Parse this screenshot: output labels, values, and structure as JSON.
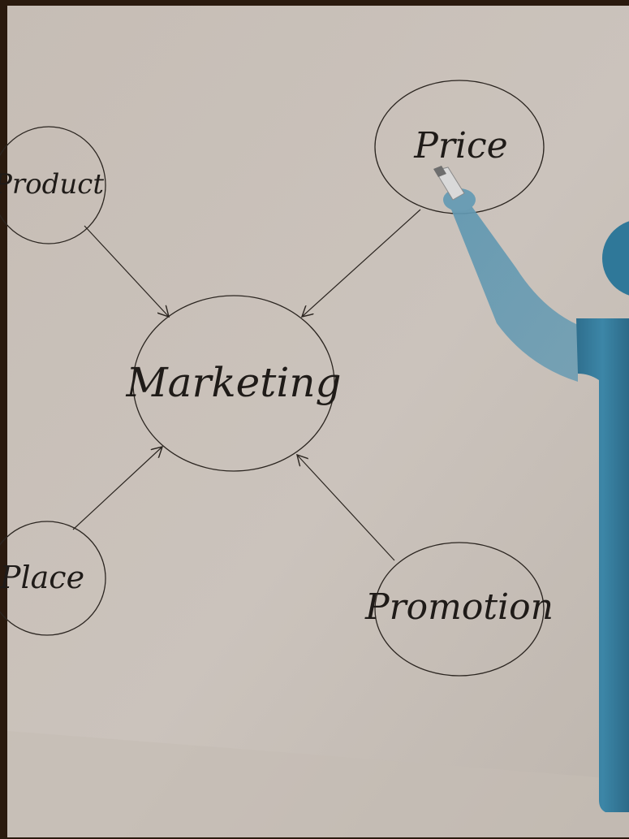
{
  "diagram": {
    "center": "Marketing",
    "nodes": [
      "Product",
      "Price",
      "Place",
      "Promotion"
    ]
  },
  "colors": {
    "frame": "#2a1a0e",
    "board": "#c9c0b8",
    "ink": "#1f1b18",
    "figure": "#3a7f9e"
  },
  "figure": {
    "name": "presenter-figure"
  }
}
